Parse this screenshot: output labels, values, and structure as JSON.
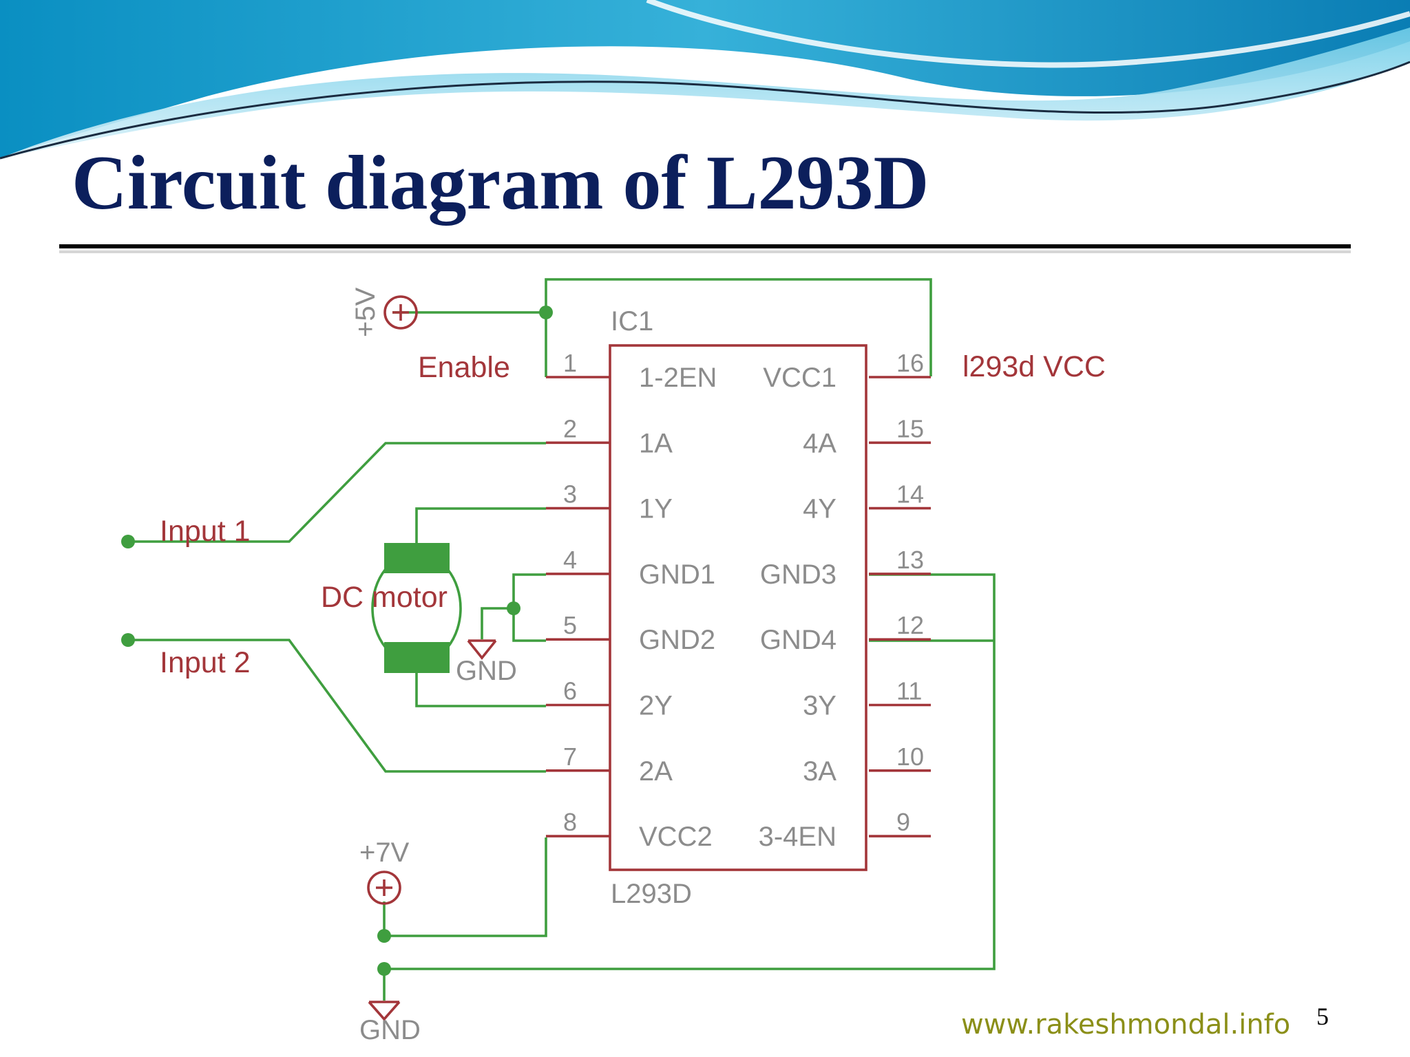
{
  "slide": {
    "title": "Circuit diagram of L293D",
    "footer_url": "www.rakeshmondal.info",
    "page_number": "5"
  },
  "diagram": {
    "ic_ref": "IC1",
    "ic_name": "L293D",
    "left_pins": [
      {
        "num": "1",
        "name": "1-2EN"
      },
      {
        "num": "2",
        "name": "1A"
      },
      {
        "num": "3",
        "name": "1Y"
      },
      {
        "num": "4",
        "name": "GND1"
      },
      {
        "num": "5",
        "name": "GND2"
      },
      {
        "num": "6",
        "name": "2Y"
      },
      {
        "num": "7",
        "name": "2A"
      },
      {
        "num": "8",
        "name": "VCC2"
      }
    ],
    "right_pins": [
      {
        "num": "16",
        "name": "VCC1"
      },
      {
        "num": "15",
        "name": "4A"
      },
      {
        "num": "14",
        "name": "4Y"
      },
      {
        "num": "13",
        "name": "GND3"
      },
      {
        "num": "12",
        "name": "GND4"
      },
      {
        "num": "11",
        "name": "3Y"
      },
      {
        "num": "10",
        "name": "3A"
      },
      {
        "num": "9",
        "name": "3-4EN"
      }
    ],
    "labels": {
      "enable": "Enable",
      "vcc_label": "l293d VCC",
      "input1": "Input 1",
      "input2": "Input 2",
      "motor": "DC motor",
      "gnd_mid": "GND",
      "gnd_bottom": "GND",
      "supply_5v": "+5V",
      "supply_7v": "+7V"
    },
    "colors": {
      "wire": "#3f9e3f",
      "component": "#a3363a",
      "pin_text": "#8c8c8c",
      "title": "#0c1f5c",
      "url": "#8b8f18"
    }
  }
}
